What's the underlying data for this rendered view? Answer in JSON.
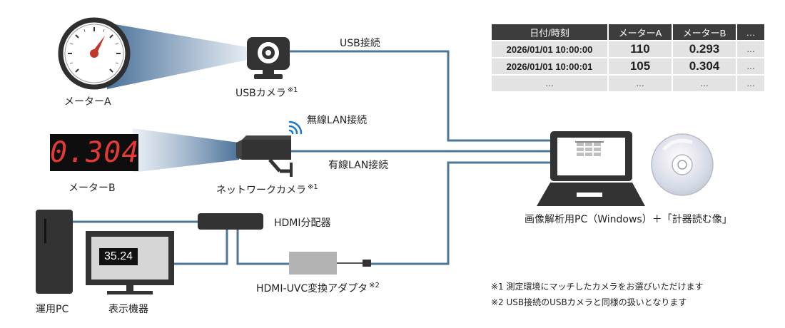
{
  "meter_a": {
    "label": "メーターA"
  },
  "meter_b": {
    "label": "メーターB",
    "display_value": "0.304"
  },
  "usb_camera": {
    "label": "USBカメラ",
    "note": "※1"
  },
  "network_camera": {
    "label": "ネットワークカメラ",
    "note": "※1"
  },
  "connections": {
    "usb": "USB接続",
    "wireless_lan": "無線LAN接続",
    "wired_lan": "有線LAN接続"
  },
  "hdmi_splitter": {
    "label": "HDMI分配器"
  },
  "hdmi_uvc": {
    "label": "HDMI-UVC変換アダプタ",
    "note": "※2"
  },
  "operation_pc": {
    "label": "運用PC"
  },
  "display_device": {
    "label": "表示機器",
    "screen_value": "35.24"
  },
  "analysis_pc": {
    "label": "画像解析用PC（Windows）＋「計器読む像」"
  },
  "table": {
    "headers": [
      "日付/時刻",
      "メーターA",
      "メーターB",
      "…"
    ],
    "rows": [
      [
        "2026/01/01 10:00:00",
        "110",
        "0.293",
        "…"
      ],
      [
        "2026/01/01 10:00:01",
        "105",
        "0.304",
        "…"
      ],
      [
        "…",
        "…",
        "…",
        "…"
      ]
    ]
  },
  "notes": {
    "note1": "※1 測定環境にマッチしたカメラをお選びいただけます",
    "note2": "※2 USB接続のUSBカメラと同様の扱いとなります"
  },
  "colors": {
    "line": "#4a7896",
    "device": "#333333",
    "digit_red": "#e53935"
  }
}
